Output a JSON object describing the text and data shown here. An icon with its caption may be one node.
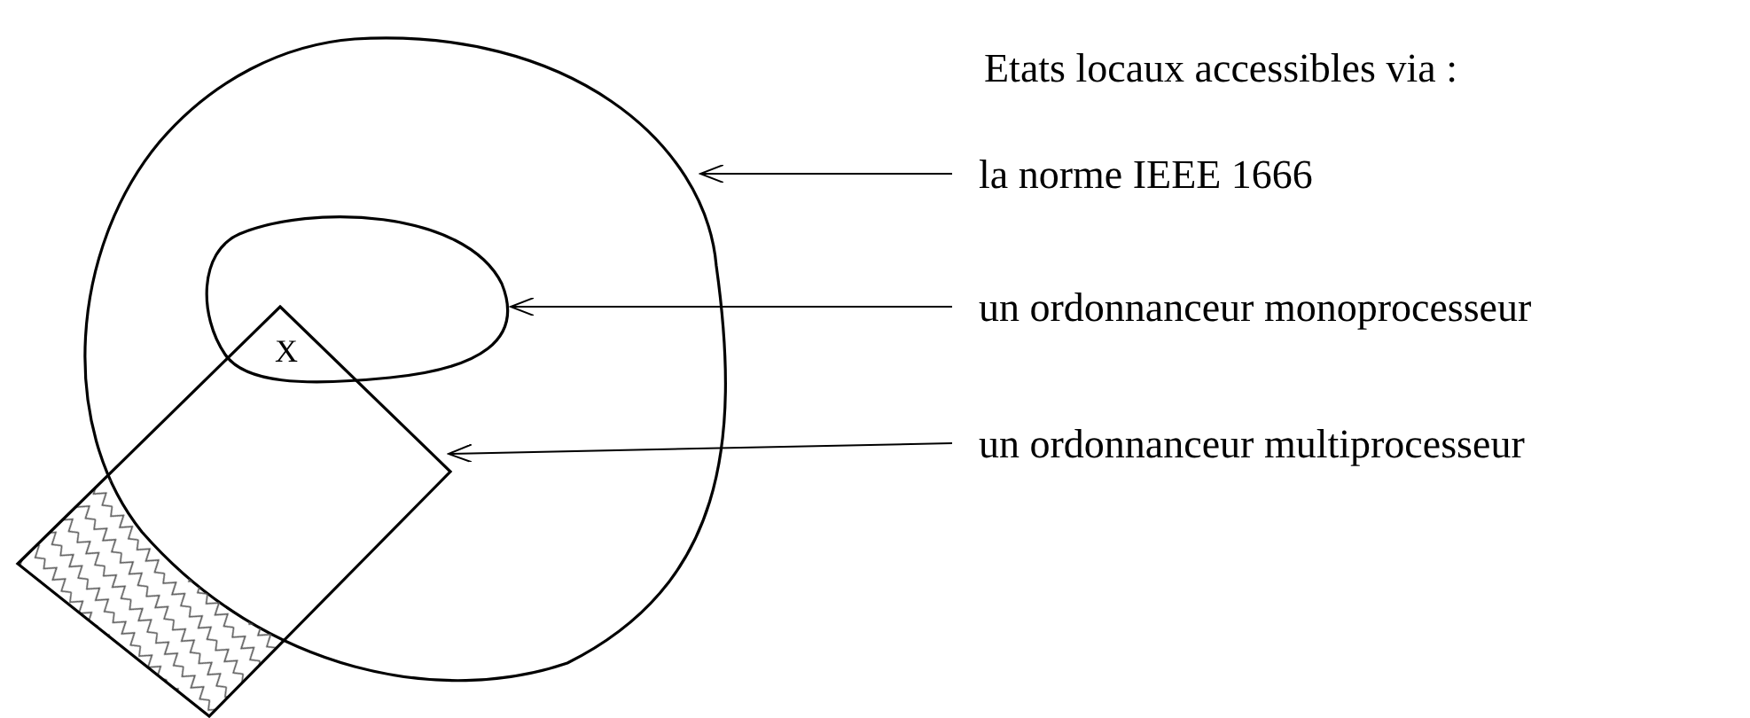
{
  "diagram": {
    "nodes": [
      {
        "text": [],
        "shape": "circle"
      },
      {
        "text": [],
        "shape": "circle",
        "in": 0
      },
      {
        "text": [],
        "shape": "box"
      },
      {
        "text": [
          "la norme IEEE 1666"
        ]
      },
      {
        "text": [
          "un ordonnanceur monoprocesseur"
        ]
      },
      {
        "text": [
          "un ordonnanceur multiprocesseur"
        ]
      }
    ],
    "edges": [
      {
        "from": 3,
        "to": 0,
        "arrow": "to"
      },
      {
        "from": 4,
        "to": 1,
        "arrow": "to"
      },
      {
        "from": 5,
        "to": 2,
        "arrow": "to"
      }
    ],
    "labels": [
      "Etats locaux accessibles via :",
      "X"
    ]
  }
}
